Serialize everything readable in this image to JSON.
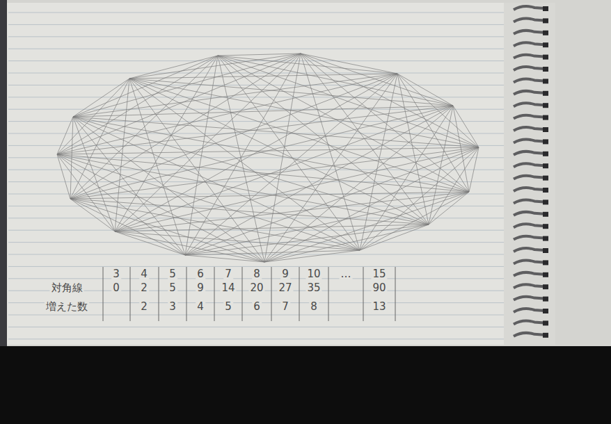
{
  "diagram": {
    "labels": [
      "3",
      "4",
      "5",
      "6",
      "7",
      "8",
      "9",
      "10",
      "…",
      "15",
      "対角線",
      "0",
      "2",
      "5",
      "9",
      "14",
      "20",
      "27",
      "35",
      "90",
      "増えた数",
      "2",
      "3",
      "4",
      "5",
      "6",
      "7",
      "8",
      "13"
    ]
  }
}
